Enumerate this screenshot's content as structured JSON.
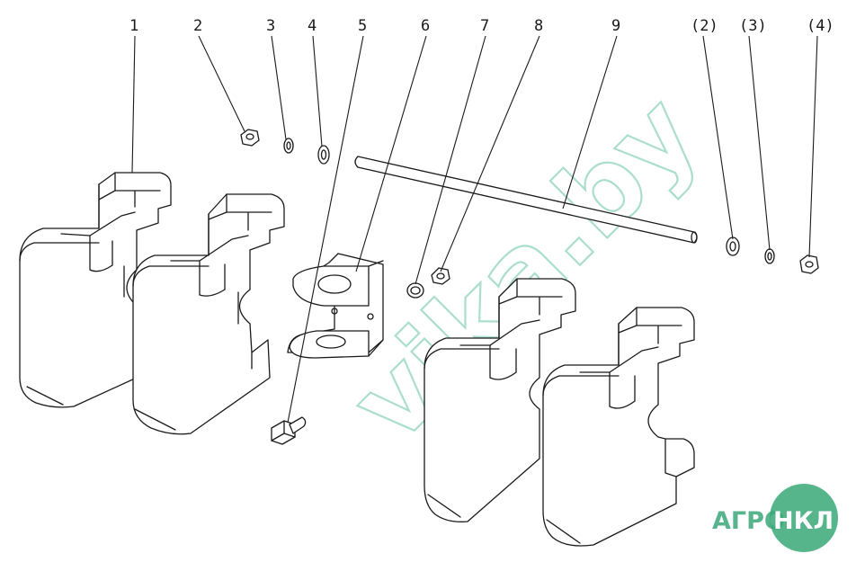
{
  "diagram": {
    "callouts": [
      "1",
      "2",
      "3",
      "4",
      "5",
      "6",
      "7",
      "8",
      "9",
      "(2)",
      "(3)",
      "(4)"
    ]
  },
  "watermark": {
    "text": "vika.by"
  },
  "logo": {
    "text_left": "АГРО",
    "text_right": "НКЛ"
  },
  "colors": {
    "watermark": "#8fd3bc",
    "logo_green": "#3aa878",
    "logo_circle": "#3aa878"
  }
}
